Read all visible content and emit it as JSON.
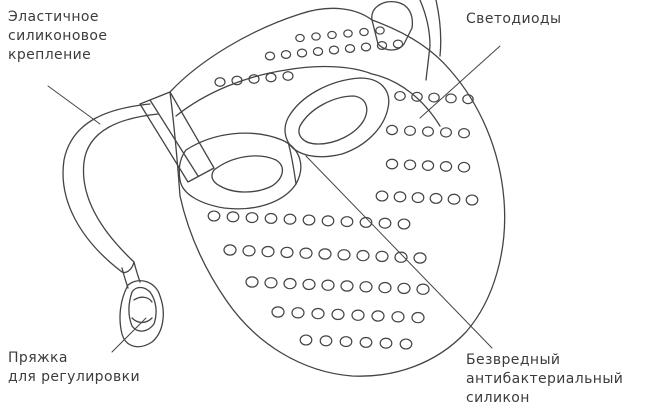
{
  "colors": {
    "line": "#444444",
    "text": "#3c3c3c",
    "background": "#ffffff"
  },
  "labels": {
    "elastic_strap": [
      "Эластичное",
      "силиконовое",
      "крепление"
    ],
    "leds": [
      "Светодиоды"
    ],
    "buckle": [
      "Пряжка",
      "для регулировки"
    ],
    "silicone": [
      "Безвредный",
      "антибактериальный",
      "силикон"
    ]
  }
}
